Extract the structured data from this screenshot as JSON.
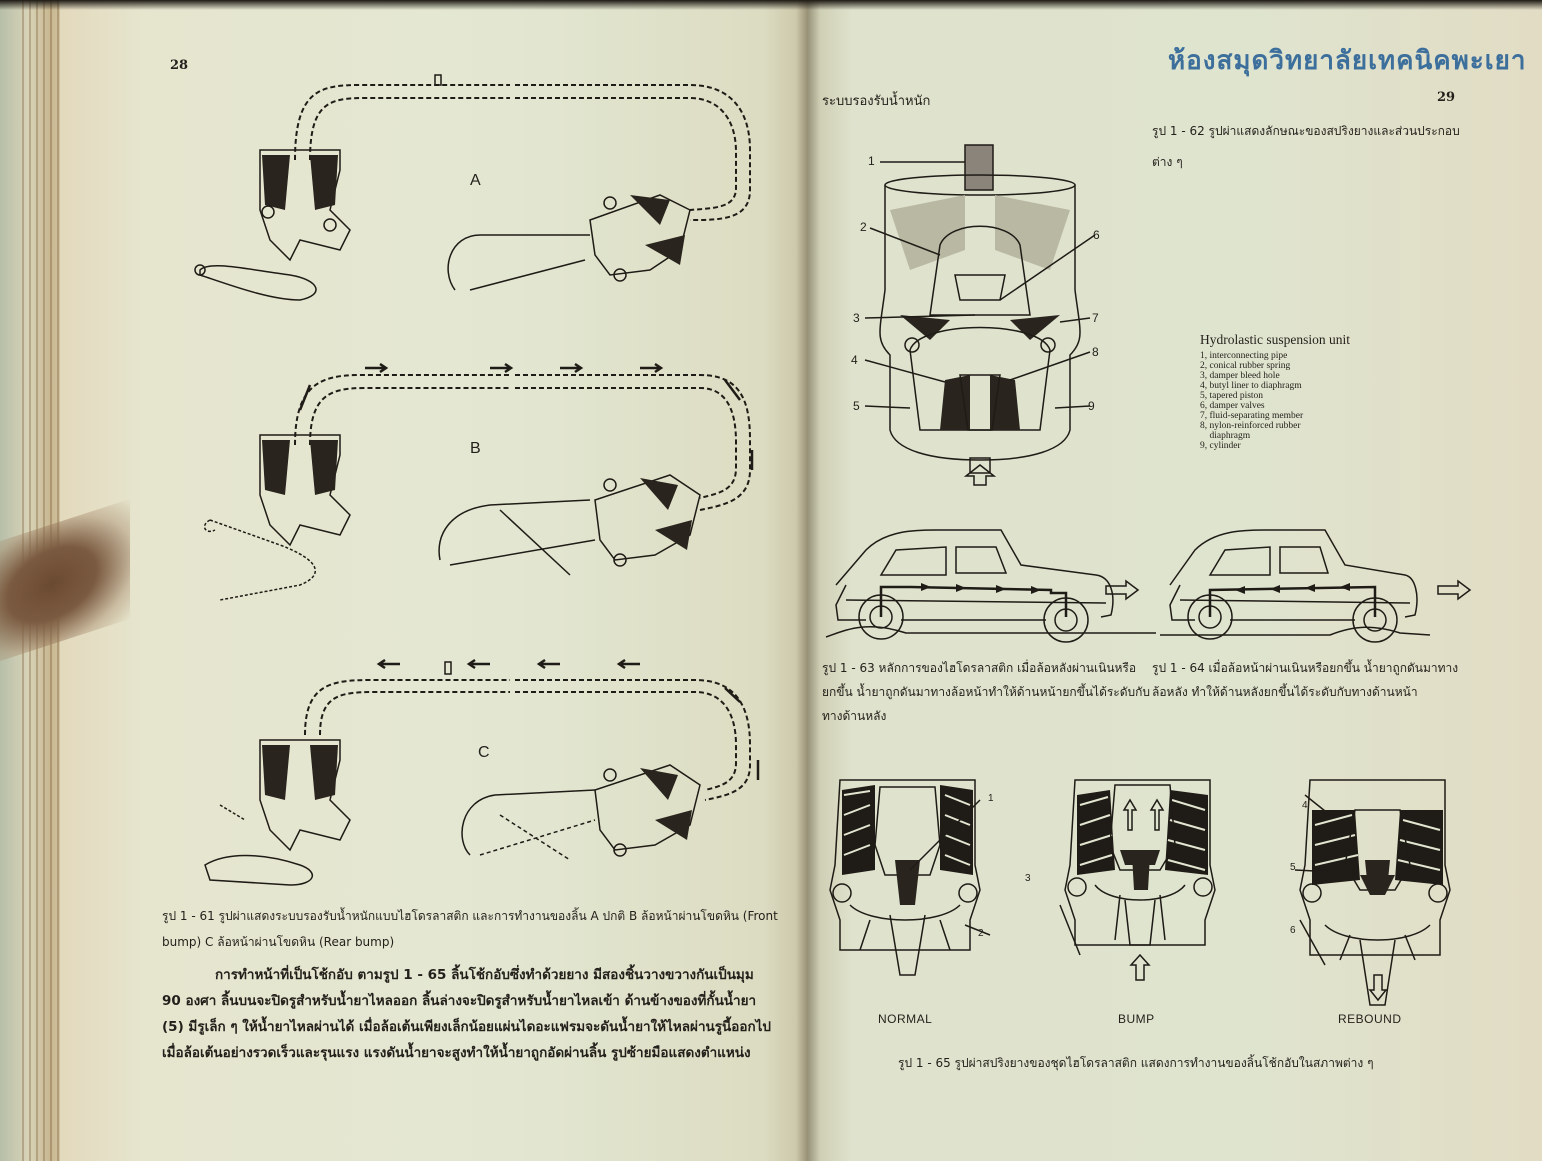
{
  "left_page": {
    "page_number": "28",
    "figure_61": {
      "panels": [
        "A",
        "B",
        "C"
      ],
      "caption_line1": "รูป 1 - 61 รูปผ่าแสดงระบบรองรับน้ำหนักแบบไฮโดรลาสติก และการทำงานของลิ้น A ปกติ  B ล้อหน้าผ่านโขดหิน (Front",
      "caption_line2": "bump)  C ล้อหน้าผ่านโขดหิน (Rear bump)"
    },
    "body_paragraph": [
      "การทำหน้าที่เป็นโช้กอับ   ตามรูป 1 - 65  ลิ้นโช้กอับซึ่งทำด้วยยาง  มีสองชิ้นวางขวางกันเป็นมุม",
      "90 องศา ลิ้นบนจะปิดรูสำหรับน้ำยาไหลออก       ลิ้นล่างจะปิดรูสำหรับน้ำยาไหลเข้า   ด้านข้างของที่กั้นน้ำยา",
      "(5) มีรูเล็ก ๆ  ให้น้ำยาไหลผ่านได้   เมื่อล้อเต้นเพียงเล็กน้อยแผ่นไดอะแฟรมจะดันน้ำยาให้ไหลผ่านรูนี้ออกไป",
      "เมื่อล้อเต้นอย่างรวดเร็วและรุนแรง   แรงดันน้ำยาจะสูงทำให้น้ำยาถูกอัดผ่านลิ้น   รูปซ้ายมือแสดงตำแหน่ง"
    ]
  },
  "right_page": {
    "library_stamp": "ห้องสมุดวิทยาลัยเทคนิคพะเยา",
    "running_header": "ระบบรองรับน้ำหนัก",
    "page_number": "29",
    "figure_62": {
      "caption_line1": "รูป 1 - 62 รูปผ่าแสดงลักษณะของสปริงยางและส่วนประกอบ",
      "caption_line2": "ต่าง ๆ",
      "callouts": [
        "1",
        "2",
        "3",
        "4",
        "5",
        "6",
        "7",
        "8",
        "9"
      ],
      "legend_title": "Hydrolastic suspension unit",
      "legend_items": [
        "1, interconnecting pipe",
        "2, conical rubber spring",
        "3, damper bleed hole",
        "4, butyl liner to diaphragm",
        "5, tapered piston",
        "6, damper valves",
        "7, fluid-separating member",
        "8, nylon-reinforced rubber",
        "    diaphragm",
        "9, cylinder"
      ]
    },
    "figure_63": {
      "caption": [
        "รูป 1 - 63 หลักการของไฮโดรลาสติก  เมื่อล้อหลังผ่านเนินหรือ",
        "ยกขึ้น  น้ำยาถูกดันมาทางล้อหน้าทำให้ด้านหน้ายกขึ้นได้ระดับกับ",
        "ทางด้านหลัง"
      ]
    },
    "figure_64": {
      "caption": [
        "รูป 1 - 64  เมื่อล้อหน้าผ่านเนินหรือยกขึ้น  น้ำยาถูกดันมาทาง",
        "ล้อหลัง  ทำให้ด้านหลังยกขึ้นได้ระดับกับทางด้านหน้า"
      ]
    },
    "figure_65": {
      "states": [
        "NORMAL",
        "BUMP",
        "REBOUND"
      ],
      "callouts": [
        "1",
        "2",
        "3",
        "4",
        "5",
        "6"
      ],
      "caption": "รูป 1 - 65 รูปผ่าสปริงยางของชุดไฮโดรลาสติก แสดงการทำงานของลิ้นโช้กอับในสภาพต่าง ๆ"
    }
  },
  "colors": {
    "paper": "#e2e6d1",
    "ink": "#231f1a",
    "stamp_blue": "#3d6f9c",
    "stain_brown": "#6b4a32"
  }
}
